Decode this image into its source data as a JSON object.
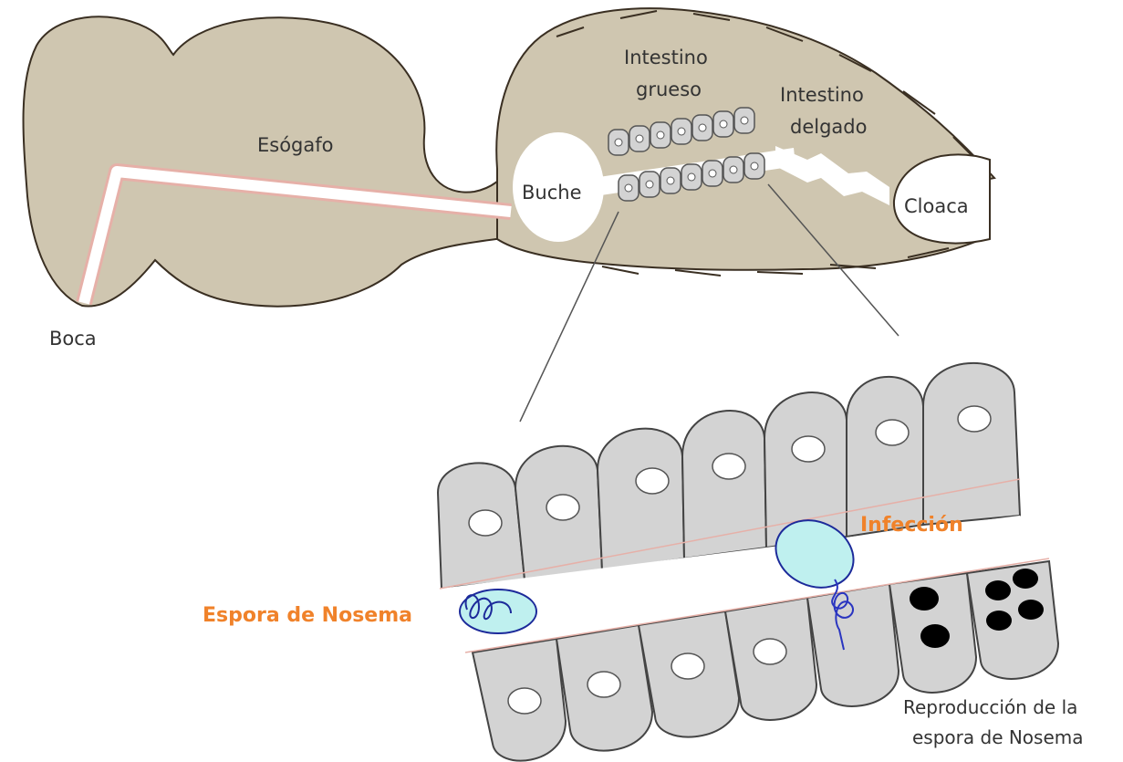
{
  "labels": {
    "boca": "Boca",
    "esofago": "Esógafo",
    "buche": "Buche",
    "intestino_grueso_1": "Intestino",
    "intestino_grueso_2": "grueso",
    "intestino_delgado_1": "Intestino",
    "intestino_delgado_2": "delgado",
    "cloaca": "Cloaca",
    "espora": "Espora de Nosema",
    "infeccion": "Infección",
    "reproduccion_1": "Reproducción de la",
    "reproduccion_2": "espora de Nosema"
  },
  "colors": {
    "body_fill": "#cfc6b0",
    "outline": "#3a2f22",
    "lumen": "#ffffff",
    "lumen_edge": "#e6b0a8",
    "cell_fill": "#d3d3d3",
    "cell_stroke": "#444444",
    "spore_fill": "#bff0ef",
    "spore_stroke": "#1c2a9a",
    "highlight_text": "#f0822a",
    "pointer_line": "#555555"
  }
}
